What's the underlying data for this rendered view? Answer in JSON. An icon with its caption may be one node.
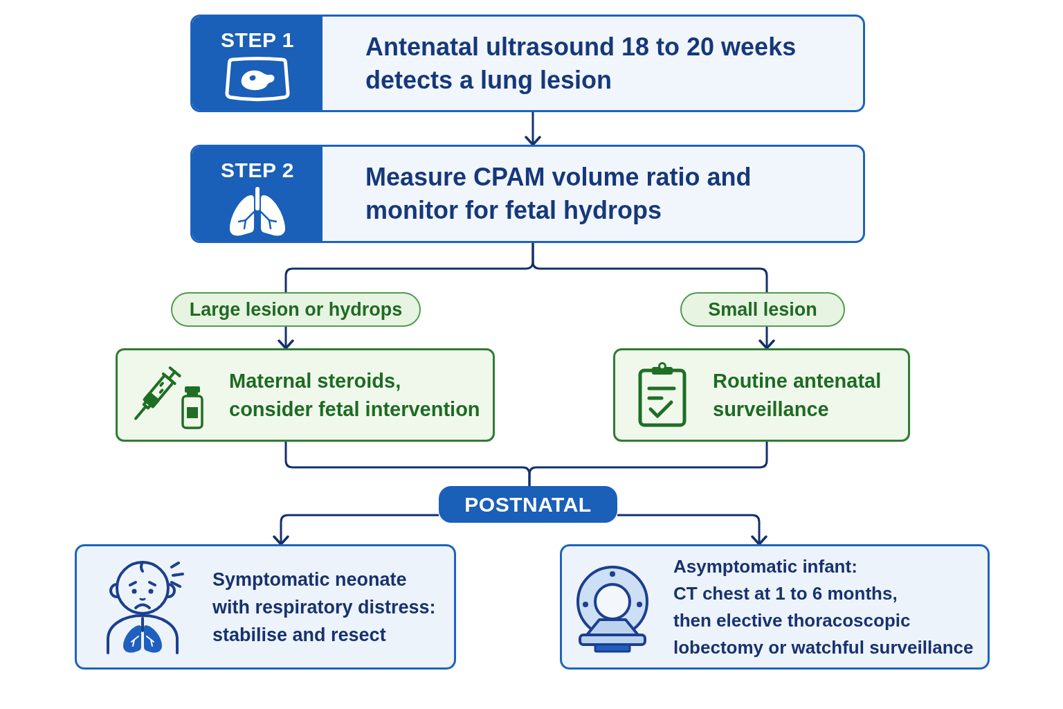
{
  "diagram": {
    "nodes": [
      {
        "text": [
          "STEP 1",
          "Antenatal ultrasound 18 to 20 weeks detects a lung lesion"
        ]
      },
      {
        "text": [
          "STEP 2",
          "Measure CPAM volume ratio and monitor for fetal hydrops"
        ]
      },
      {
        "text": [
          "Large lesion or hydrops"
        ]
      },
      {
        "text": [
          "Small lesion"
        ]
      },
      {
        "text": [
          "Maternal steroids, consider fetal intervention"
        ]
      },
      {
        "text": [
          "Routine antenatal surveillance"
        ]
      },
      {
        "text": [
          "POSTNATAL"
        ]
      },
      {
        "text": [
          "Symptomatic neonate with respiratory distress: stabilise and resect"
        ]
      },
      {
        "text": [
          "Asymptomatic infant:",
          "CT chest at 1 to 6 months,",
          "then elective thoracoscopic lobectomy or watchful surveillance"
        ]
      }
    ],
    "edges": [
      {
        "from": 0,
        "to": 1,
        "arrow": "to"
      },
      {
        "from": 1,
        "to": 2,
        "arrow": "none"
      },
      {
        "from": 1,
        "to": 3,
        "arrow": "none"
      },
      {
        "from": 2,
        "to": 4,
        "arrow": "to"
      },
      {
        "from": 3,
        "to": 5,
        "arrow": "to"
      },
      {
        "from": 4,
        "to": 6,
        "arrow": "none"
      },
      {
        "from": 5,
        "to": 6,
        "arrow": "none"
      },
      {
        "from": 6,
        "to": 7,
        "arrow": "to"
      },
      {
        "from": 6,
        "to": 8,
        "arrow": "to"
      }
    ]
  }
}
